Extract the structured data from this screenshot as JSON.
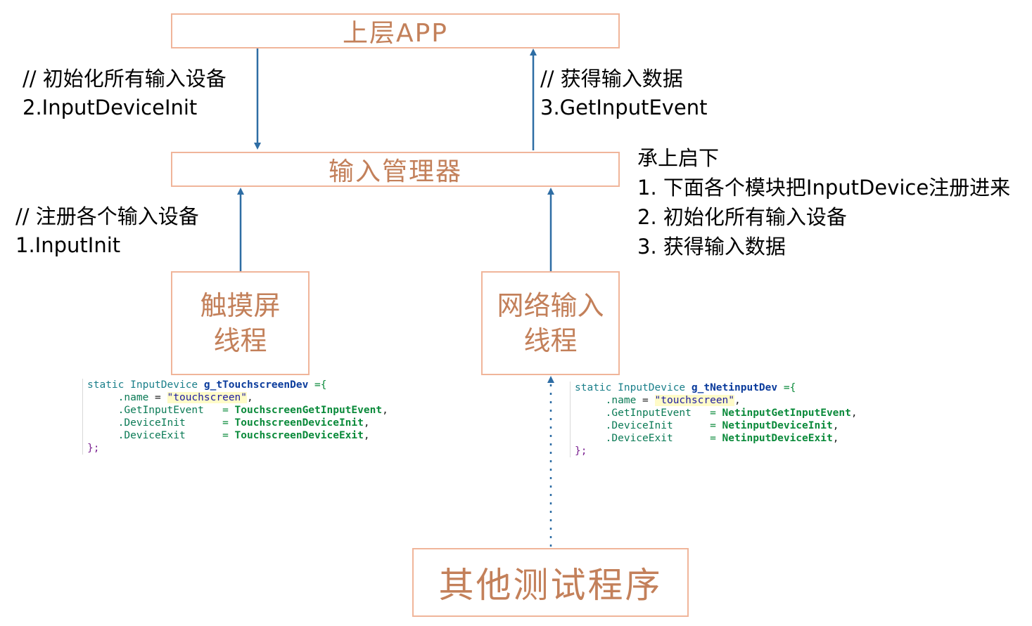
{
  "boxes": {
    "app": "上层APP",
    "manager": "输入管理器",
    "touch": [
      "触摸屏",
      "线程"
    ],
    "net": [
      "网络输入",
      "线程"
    ],
    "other": "其他测试程序"
  },
  "arrow_labels": {
    "init": [
      "// 初始化所有输入设备",
      "2.InputDeviceInit"
    ],
    "get": [
      "// 获得输入数据",
      "3.GetInputEvent"
    ],
    "register": [
      "// 注册各个输入设备",
      "1.InputInit"
    ]
  },
  "notes": [
    "承上启下",
    "1. 下面各个模块把InputDevice注册进来",
    "2. 初始化所有输入设备",
    "3. 获得输入数据"
  ],
  "code_touch": {
    "static_kw": "static",
    "type": "InputDevice",
    "var": "g_tTouchscreenDev",
    "open": " ={",
    "name_field": ".name",
    "name_eq": " = ",
    "name_val": "\"touchscreen\"",
    "f1": ".GetInputEvent",
    "v1": "TouchscreenGetInputEvent",
    "f2": ".DeviceInit",
    "v2": "TouchscreenDeviceInit",
    "f3": ".DeviceExit",
    "v3": "TouchscreenDeviceExit",
    "close": "};"
  },
  "code_net": {
    "static_kw": "static",
    "type": "InputDevice",
    "var": "g_tNetinputDev",
    "open": " ={",
    "name_field": ".name",
    "name_eq": " = ",
    "name_val": "\"touchscreen\"",
    "f1": ".GetInputEvent",
    "v1": "NetinputGetInputEvent",
    "f2": ".DeviceInit",
    "v2": "NetinputDeviceInit",
    "f3": ".DeviceExit",
    "v3": "NetinputDeviceExit",
    "close": "};"
  },
  "colors": {
    "box_border": "#f0b59a",
    "box_text": "#c3805a",
    "arrow": "#2e6da4"
  }
}
